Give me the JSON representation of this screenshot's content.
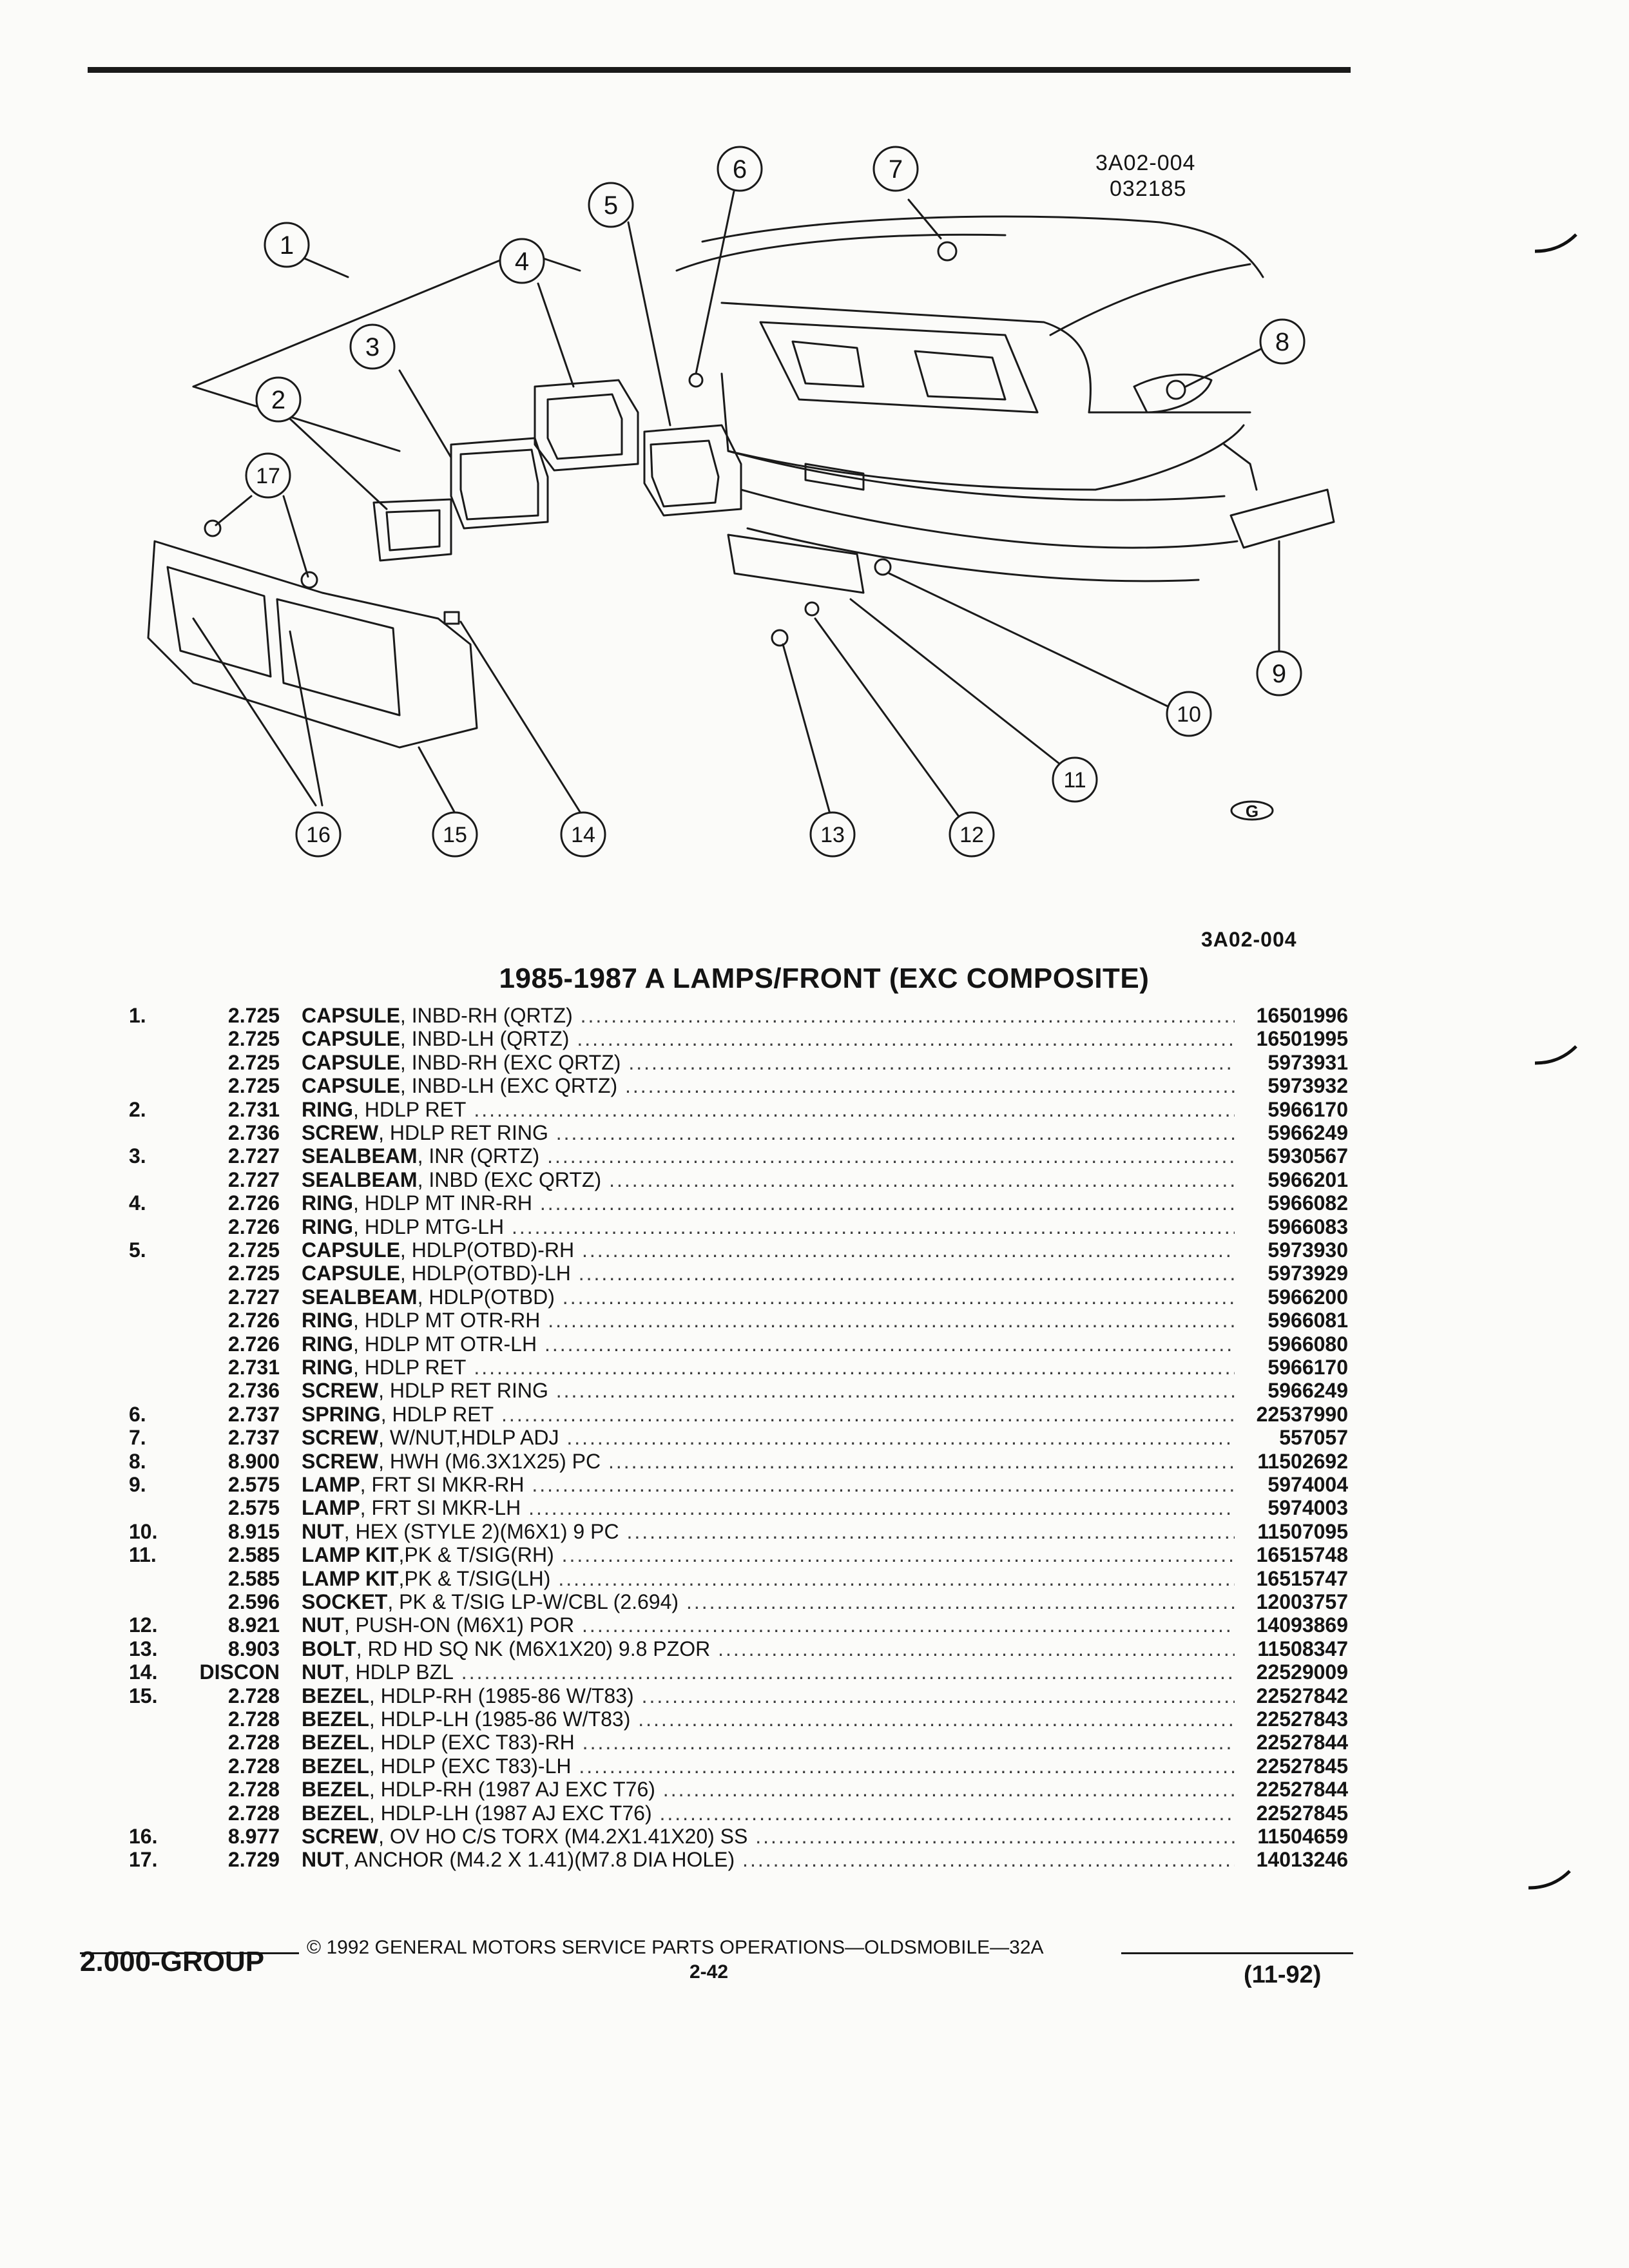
{
  "diagram": {
    "code_top": "3A02-004",
    "code_sub": "032185",
    "callouts": [
      "1",
      "2",
      "3",
      "4",
      "5",
      "6",
      "7",
      "8",
      "9",
      "10",
      "11",
      "12",
      "13",
      "14",
      "15",
      "16",
      "17"
    ],
    "ref_code": "3A02-004",
    "logo_text": "G"
  },
  "title": "1985-1987 A LAMPS/FRONT (EXC COMPOSITE)",
  "parts": [
    {
      "ref": "1.",
      "group": "2.725",
      "name": "CAPSULE",
      "detail": ", INBD-RH (QRTZ)",
      "part": "16501996"
    },
    {
      "ref": "",
      "group": "2.725",
      "name": "CAPSULE",
      "detail": ", INBD-LH (QRTZ)",
      "part": "16501995"
    },
    {
      "ref": "",
      "group": "2.725",
      "name": "CAPSULE",
      "detail": ", INBD-RH (EXC QRTZ)",
      "part": "5973931"
    },
    {
      "ref": "",
      "group": "2.725",
      "name": "CAPSULE",
      "detail": ", INBD-LH (EXC QRTZ)",
      "part": "5973932"
    },
    {
      "ref": "2.",
      "group": "2.731",
      "name": "RING",
      "detail": ", HDLP RET",
      "part": "5966170"
    },
    {
      "ref": "",
      "group": "2.736",
      "name": "SCREW",
      "detail": ", HDLP RET RING",
      "part": "5966249"
    },
    {
      "ref": "3.",
      "group": "2.727",
      "name": "SEALBEAM",
      "detail": ", INR (QRTZ)",
      "part": "5930567"
    },
    {
      "ref": "",
      "group": "2.727",
      "name": "SEALBEAM",
      "detail": ", INBD (EXC QRTZ)",
      "part": "5966201"
    },
    {
      "ref": "4.",
      "group": "2.726",
      "name": "RING",
      "detail": ", HDLP MT INR-RH",
      "part": "5966082"
    },
    {
      "ref": "",
      "group": "2.726",
      "name": "RING",
      "detail": ", HDLP MTG-LH",
      "part": "5966083"
    },
    {
      "ref": "5.",
      "group": "2.725",
      "name": "CAPSULE",
      "detail": ", HDLP(OTBD)-RH",
      "part": "5973930"
    },
    {
      "ref": "",
      "group": "2.725",
      "name": "CAPSULE",
      "detail": ", HDLP(OTBD)-LH",
      "part": "5973929"
    },
    {
      "ref": "",
      "group": "2.727",
      "name": "SEALBEAM",
      "detail": ", HDLP(OTBD)",
      "part": "5966200"
    },
    {
      "ref": "",
      "group": "2.726",
      "name": "RING",
      "detail": ", HDLP MT OTR-RH",
      "part": "5966081"
    },
    {
      "ref": "",
      "group": "2.726",
      "name": "RING",
      "detail": ", HDLP MT OTR-LH",
      "part": "5966080"
    },
    {
      "ref": "",
      "group": "2.731",
      "name": "RING",
      "detail": ", HDLP RET",
      "part": "5966170"
    },
    {
      "ref": "",
      "group": "2.736",
      "name": "SCREW",
      "detail": ", HDLP RET RING",
      "part": "5966249"
    },
    {
      "ref": "6.",
      "group": "2.737",
      "name": "SPRING",
      "detail": ", HDLP RET",
      "part": "22537990"
    },
    {
      "ref": "7.",
      "group": "2.737",
      "name": "SCREW",
      "detail": ", W/NUT,HDLP ADJ",
      "part": "557057"
    },
    {
      "ref": "8.",
      "group": "8.900",
      "name": "SCREW",
      "detail": ", HWH (M6.3X1X25) PC",
      "part": "11502692"
    },
    {
      "ref": "9.",
      "group": "2.575",
      "name": "LAMP",
      "detail": ", FRT SI MKR-RH",
      "part": "5974004"
    },
    {
      "ref": "",
      "group": "2.575",
      "name": "LAMP",
      "detail": ", FRT SI MKR-LH",
      "part": "5974003"
    },
    {
      "ref": "10.",
      "group": "8.915",
      "name": "NUT",
      "detail": ", HEX (STYLE 2)(M6X1) 9 PC",
      "part": "11507095"
    },
    {
      "ref": "11.",
      "group": "2.585",
      "name": "LAMP KIT",
      "detail": ",PK & T/SIG(RH)",
      "part": "16515748"
    },
    {
      "ref": "",
      "group": "2.585",
      "name": "LAMP KIT",
      "detail": ",PK & T/SIG(LH)",
      "part": "16515747"
    },
    {
      "ref": "",
      "group": "2.596",
      "name": "SOCKET",
      "detail": ", PK & T/SIG LP-W/CBL (2.694)",
      "part": "12003757"
    },
    {
      "ref": "12.",
      "group": "8.921",
      "name": "NUT",
      "detail": ", PUSH-ON (M6X1) POR",
      "part": "14093869"
    },
    {
      "ref": "13.",
      "group": "8.903",
      "name": "BOLT",
      "detail": ", RD HD SQ NK (M6X1X20) 9.8 PZOR",
      "part": "11508347"
    },
    {
      "ref": "14.",
      "group": "DISCON",
      "name": "NUT",
      "detail": ", HDLP BZL",
      "part": "22529009"
    },
    {
      "ref": "15.",
      "group": "2.728",
      "name": "BEZEL",
      "detail": ", HDLP-RH (1985-86 W/T83)",
      "part": "22527842"
    },
    {
      "ref": "",
      "group": "2.728",
      "name": "BEZEL",
      "detail": ", HDLP-LH (1985-86 W/T83)",
      "part": "22527843"
    },
    {
      "ref": "",
      "group": "2.728",
      "name": "BEZEL",
      "detail": ", HDLP (EXC T83)-RH",
      "part": "22527844"
    },
    {
      "ref": "",
      "group": "2.728",
      "name": "BEZEL",
      "detail": ", HDLP (EXC T83)-LH",
      "part": "22527845"
    },
    {
      "ref": "",
      "group": "2.728",
      "name": "BEZEL",
      "detail": ", HDLP-RH (1987 AJ EXC T76)",
      "part": "22527844"
    },
    {
      "ref": "",
      "group": "2.728",
      "name": "BEZEL",
      "detail": ", HDLP-LH (1987 AJ EXC T76)",
      "part": "22527845"
    },
    {
      "ref": "16.",
      "group": "8.977",
      "name": "SCREW",
      "detail": ", OV HO C/S TORX (M4.2X1.41X20) SS",
      "part": "11504659"
    },
    {
      "ref": "17.",
      "group": "2.729",
      "name": "NUT",
      "detail": ", ANCHOR (M4.2 X 1.41)(M7.8 DIA HOLE)",
      "part": "14013246"
    }
  ],
  "footer": {
    "copyright": "© 1992 GENERAL MOTORS SERVICE PARTS OPERATIONS—OLDSMOBILE—32A",
    "group": "2.000-GROUP",
    "page": "2-42",
    "date": "(11-92)"
  }
}
